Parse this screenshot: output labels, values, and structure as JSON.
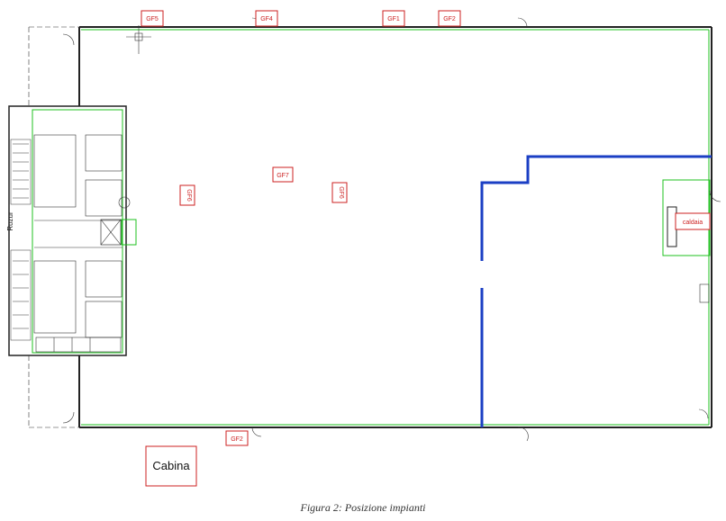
{
  "labels": {
    "gf5": "GF5",
    "gf4": "GF4",
    "gf1": "GF1",
    "gf2_top": "GF2",
    "gf7": "GF7",
    "gf6_left": "GF6",
    "gf6_right": "GF6",
    "gf2_bottom": "GF2",
    "caldaia": "caldaia",
    "cabina": "Cabina",
    "rozur": "Rozur"
  },
  "caption": "Figura 2: Posizione impianti",
  "colors": {
    "label_red": "#cc2222",
    "wall": "#222222",
    "green": "#1fc01f",
    "blue": "#1b3fc4"
  }
}
